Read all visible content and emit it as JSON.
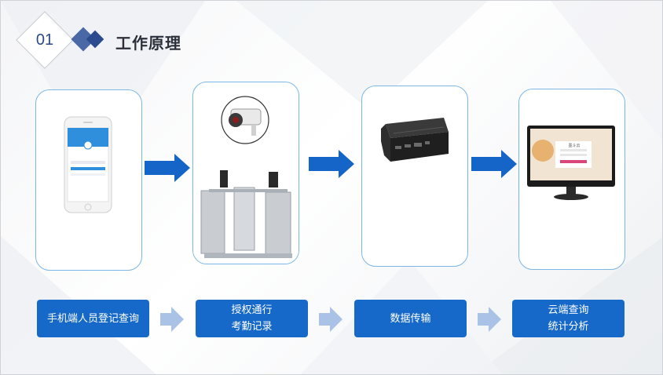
{
  "header": {
    "number": "01",
    "title": "工作原理"
  },
  "steps": [
    {
      "lines": [
        "手机端人员登记查询"
      ]
    },
    {
      "lines": [
        "授权通行",
        "考勤记录"
      ]
    },
    {
      "lines": [
        "数据传输"
      ]
    },
    {
      "lines": [
        "云端查询",
        "统计分析"
      ]
    }
  ],
  "monitor_screen": {
    "app_name": "墨斗云"
  },
  "colors": {
    "accent": "#1669c8",
    "panel_border": "#7cb7e8",
    "chevron": "#a9c2e6",
    "title": "#2b2f3a"
  }
}
